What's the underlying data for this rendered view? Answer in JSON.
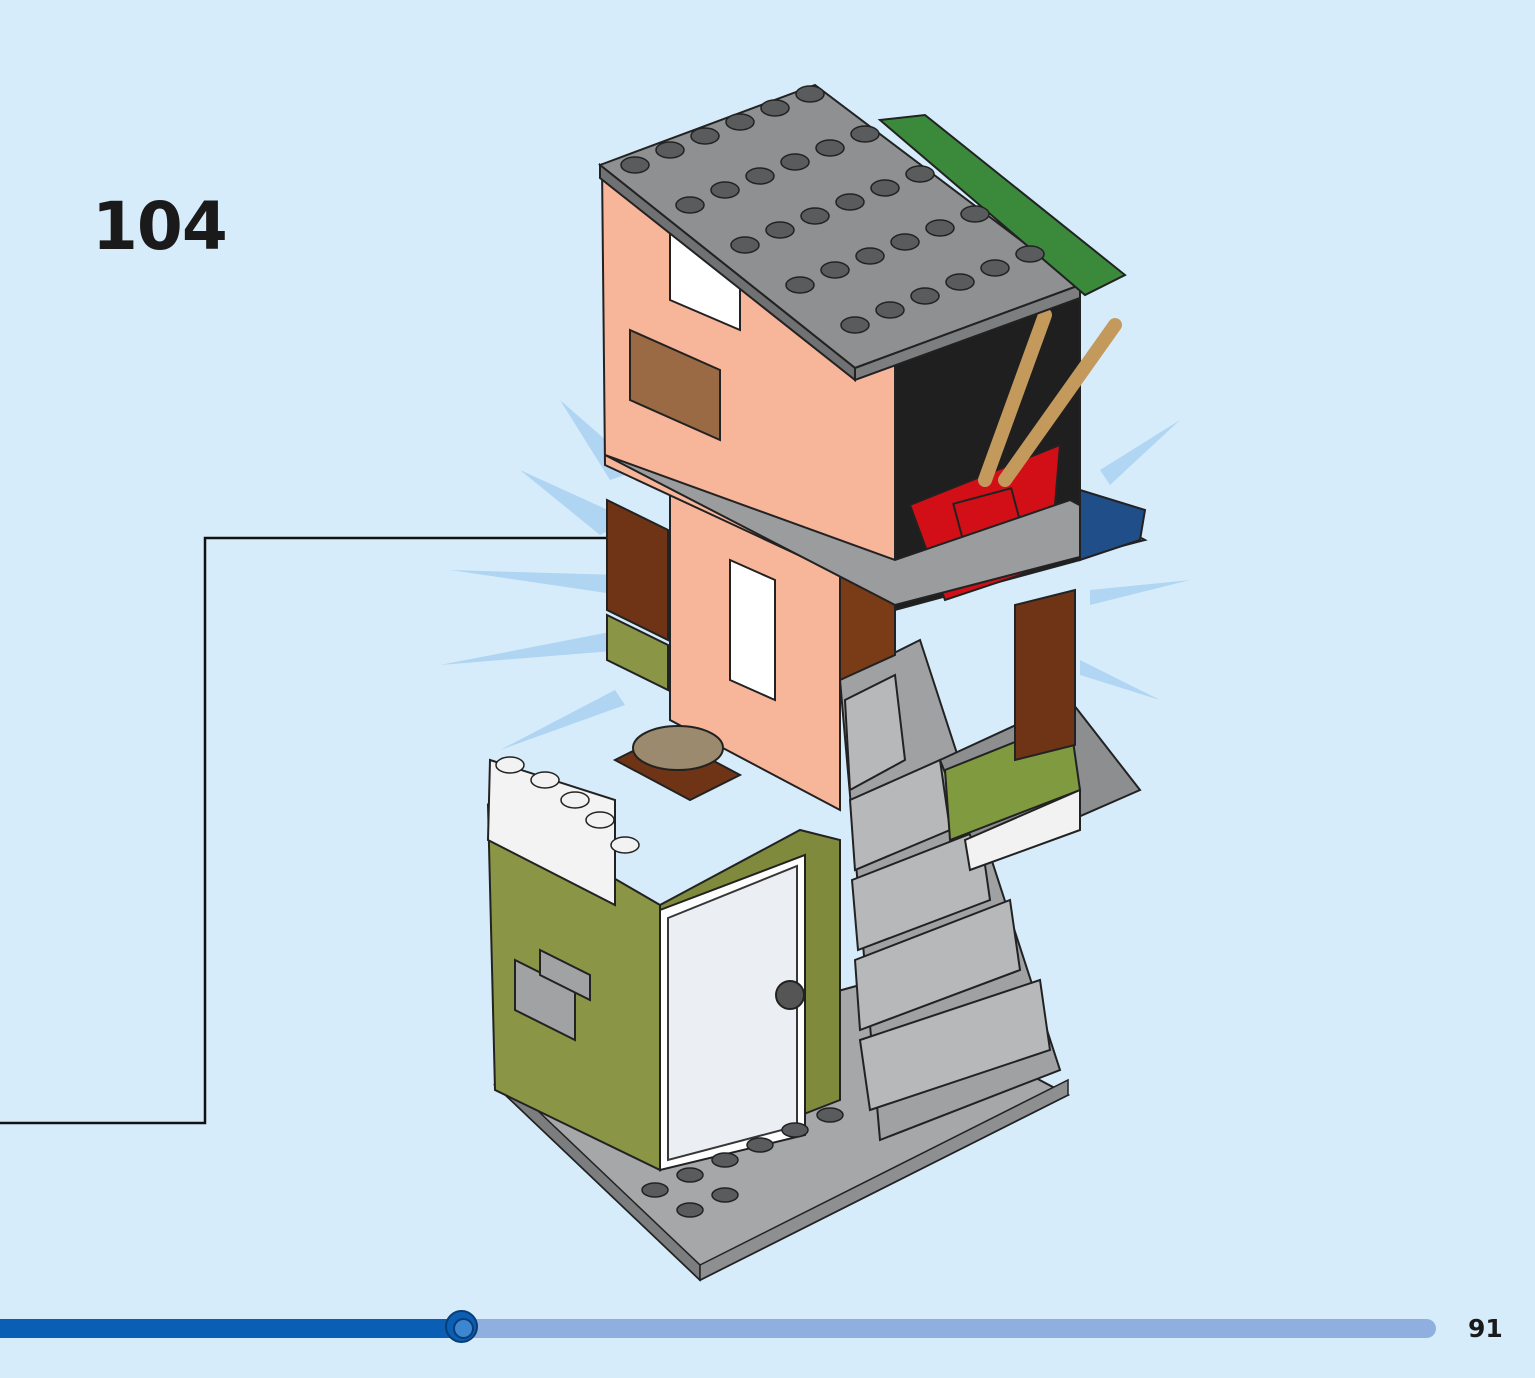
{
  "step": {
    "number": "104"
  },
  "page": {
    "number": "91"
  },
  "progress": {
    "fraction": 0.3
  },
  "colors": {
    "background": "#d6ecfb",
    "progress_fill": "#0a5fb4",
    "progress_track": "#8fb0de"
  },
  "icons": {
    "callout_arrow": "arrow-right-icon",
    "progress_marker": "progress-knob-icon"
  }
}
